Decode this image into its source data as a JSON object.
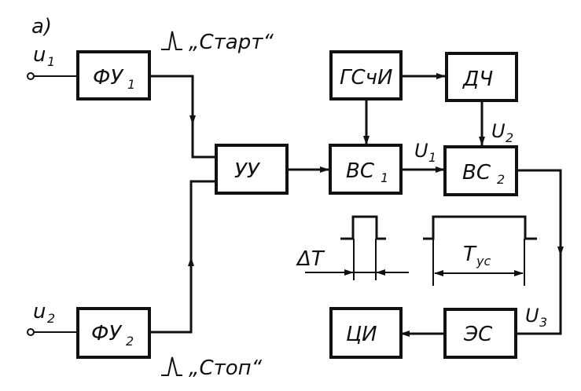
{
  "figure_label": "а)",
  "inputs": {
    "u1": {
      "main": "u",
      "sub": "1"
    },
    "u2": {
      "main": "u",
      "sub": "2"
    }
  },
  "pulses": {
    "start": "„Старт“",
    "stop": "„Стоп“"
  },
  "blocks": {
    "fu1": {
      "main": "ФУ",
      "sub": "1"
    },
    "fu2": {
      "main": "ФУ",
      "sub": "2"
    },
    "uu": {
      "main": "УУ"
    },
    "gschi": {
      "main": "ГСчИ"
    },
    "dch": {
      "main": "ДЧ"
    },
    "vs1": {
      "main": "ВС",
      "sub": "1"
    },
    "vs2": {
      "main": "ВС",
      "sub": "2"
    },
    "es": {
      "main": "ЭС"
    },
    "tsi": {
      "main": "ЦИ"
    }
  },
  "signals": {
    "U1": {
      "main": "U",
      "sub": "1"
    },
    "U2": {
      "main": "U",
      "sub": "2"
    },
    "U3": {
      "main": "U",
      "sub": "3"
    }
  },
  "timing": {
    "delta_t": "ΔT",
    "t_us": {
      "main": "T",
      "sub": "ус"
    }
  }
}
